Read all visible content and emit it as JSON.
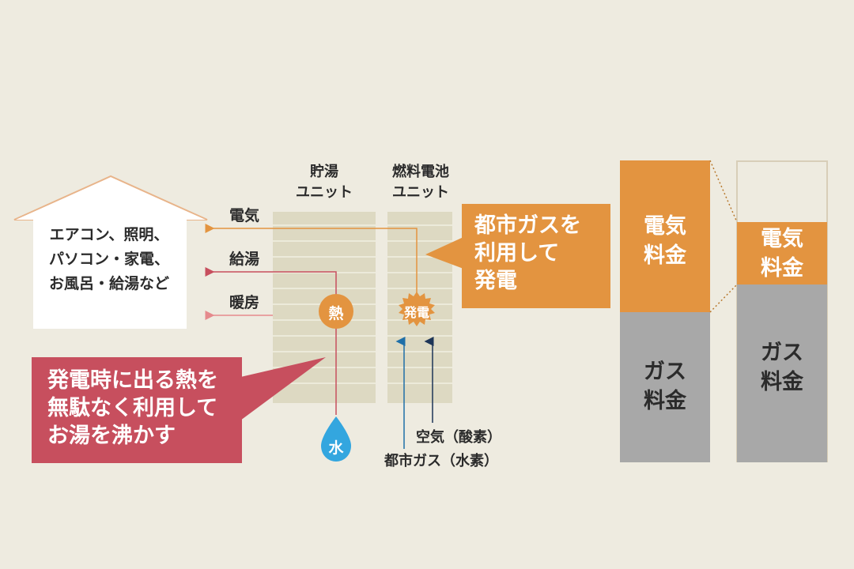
{
  "house": {
    "lines": [
      "エアコン、照明、",
      "パソコン・家電、",
      "お風呂・給湯など"
    ]
  },
  "outputs": {
    "electricity": "電気",
    "hot_water": "給湯",
    "heating": "暖房"
  },
  "units": {
    "storage": [
      "貯湯",
      "ユニット"
    ],
    "fuel_cell": [
      "燃料電池",
      "ユニット"
    ]
  },
  "markers": {
    "heat": "熱",
    "generation": "発電",
    "water": "水"
  },
  "callouts": {
    "gas_generation": [
      "都市ガスを",
      "利用して",
      "発電"
    ],
    "waste_heat": [
      "発電時に出る熱を",
      "無駄なく利用して",
      "お湯を沸かす"
    ]
  },
  "inputs": {
    "air": "空気（酸素）",
    "city_gas": "都市ガス（水素）"
  },
  "bills": {
    "before": {
      "electricity": [
        "電気",
        "料金"
      ],
      "gas": [
        "ガス",
        "料金"
      ]
    },
    "after": {
      "electricity": [
        "電気",
        "料金"
      ],
      "gas": [
        "ガス",
        "料金"
      ]
    }
  },
  "colors": {
    "background": "#eeebe0",
    "orange": "#e39440",
    "red_callout": "#c74f5e",
    "gray": "#a8a8a8",
    "unit_fill": "#ddd9c2",
    "water_blue": "#33a6df",
    "electric_line": "#e39440",
    "hotwater_line": "#c74f5e",
    "heating_line": "#e58a8d"
  }
}
